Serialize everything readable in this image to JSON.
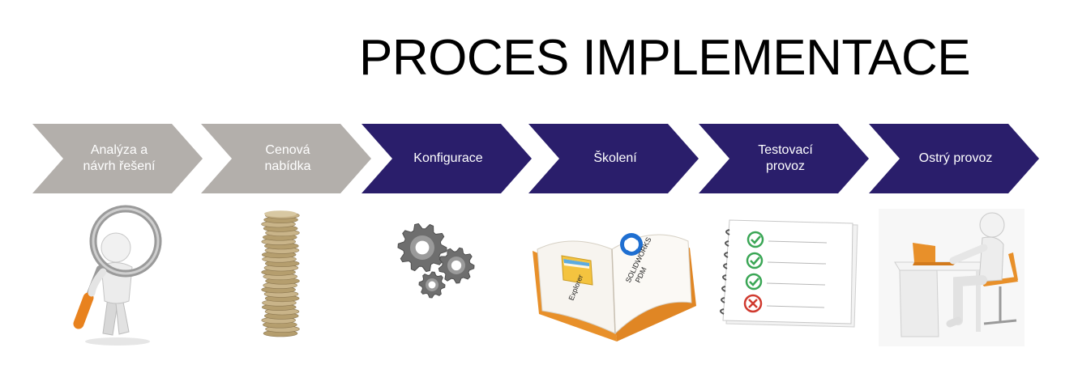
{
  "title": "PROCES IMPLEMENTACE",
  "colors": {
    "completed": "#b3afab",
    "active": "#2a1e6b",
    "text": "#ffffff"
  },
  "steps": [
    {
      "label": "Analýza a\nnávrh řešení",
      "status": "completed",
      "illustration": "magnifier-person-icon"
    },
    {
      "label": "Cenová\nnabídka",
      "status": "completed",
      "illustration": "coin-stack-icon"
    },
    {
      "label": "Konfigurace",
      "status": "active",
      "illustration": "gears-icon"
    },
    {
      "label": "Školení",
      "status": "active",
      "illustration": "book-icon"
    },
    {
      "label": "Testovací\nprovoz",
      "status": "active",
      "illustration": "checklist-icon"
    },
    {
      "label": "Ostrý provoz",
      "status": "active",
      "illustration": "person-at-desk-icon"
    }
  ],
  "book": {
    "left_page_label": "Explorer",
    "right_page_label_line1": "SOLIDWORKS",
    "right_page_label_line2": "PDM"
  }
}
